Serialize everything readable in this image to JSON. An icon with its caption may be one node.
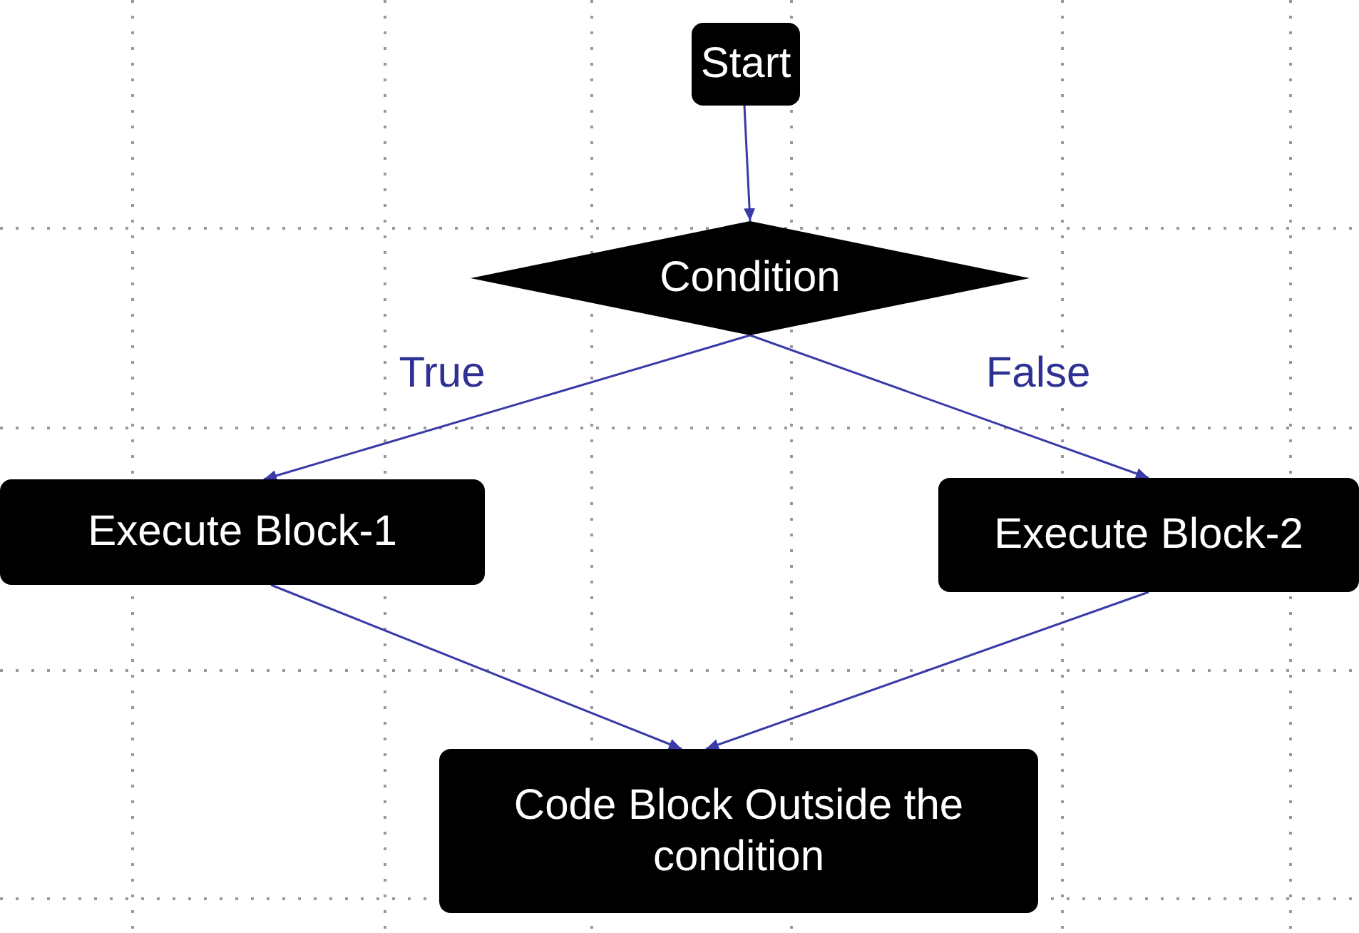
{
  "diagram": {
    "nodes": [
      {
        "text": [
          "Start"
        ]
      },
      {
        "text": [
          "Condition"
        ]
      },
      {
        "text": [
          "Execute Block-1"
        ]
      },
      {
        "text": [
          "Execute Block-2"
        ]
      },
      {
        "text": [
          "Code Block Outside the condition"
        ]
      }
    ],
    "edges": [
      {
        "from": 0,
        "to": 1,
        "arrow": "to"
      },
      {
        "from": 1,
        "to": 2,
        "arrow": "to",
        "label": "True"
      },
      {
        "from": 1,
        "to": 3,
        "arrow": "to",
        "label": "False"
      },
      {
        "from": 2,
        "to": 4,
        "arrow": "to"
      },
      {
        "from": 3,
        "to": 4,
        "arrow": "to"
      }
    ]
  }
}
